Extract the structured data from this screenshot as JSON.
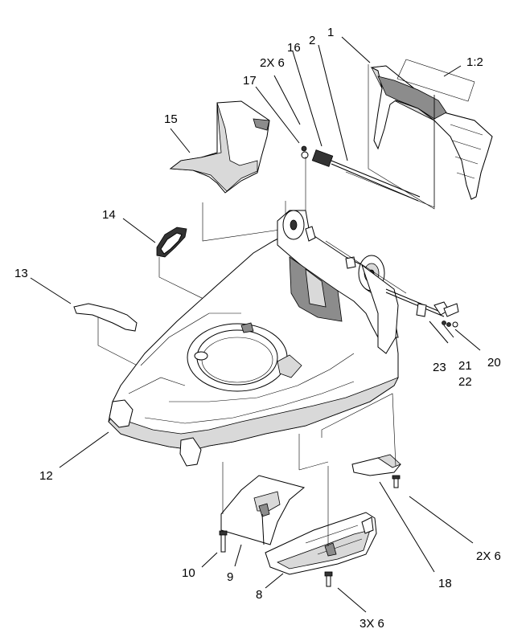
{
  "callouts": {
    "c1": "1",
    "c1_2": "1:2",
    "c2": "2",
    "c2x6_top": "2X 6",
    "c16": "16",
    "c17": "17",
    "c15": "15",
    "c14": "14",
    "c13": "13",
    "c12": "12",
    "c23": "23",
    "c21": "21",
    "c22": "22",
    "c20": "20",
    "c10": "10",
    "c9": "9",
    "c8": "8",
    "c18": "18",
    "c2x6_bottom": "2X 6",
    "c3x6": "3X 6"
  }
}
